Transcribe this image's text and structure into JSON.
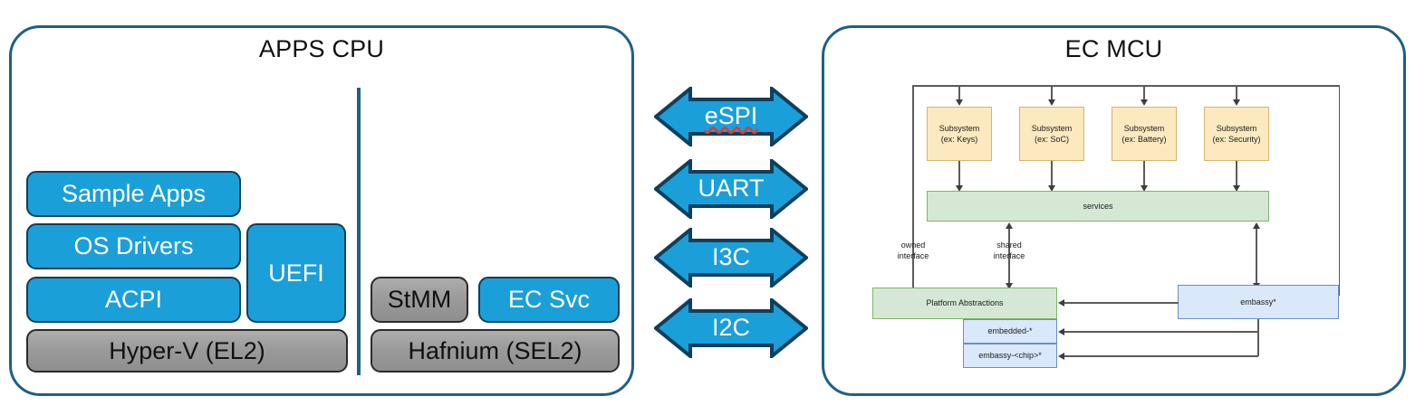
{
  "apps_cpu": {
    "title": "APPS CPU",
    "left_stack": [
      {
        "label": "Sample Apps",
        "style": "blue"
      },
      {
        "label": "OS Drivers",
        "style": "blue"
      },
      {
        "label": "ACPI",
        "style": "blue"
      },
      {
        "label": "Hyper-V (EL2)",
        "style": "grey"
      }
    ],
    "uefi": {
      "label": "UEFI",
      "style": "blue"
    },
    "right_stack": [
      {
        "label": "StMM",
        "style": "grey"
      },
      {
        "label": "EC Svc",
        "style": "blue"
      },
      {
        "label": "Hafnium (SEL2)",
        "style": "grey"
      }
    ]
  },
  "buses": [
    {
      "label": "eSPI",
      "misspelled": true
    },
    {
      "label": "UART",
      "misspelled": false
    },
    {
      "label": "I3C",
      "misspelled": false
    },
    {
      "label": "I2C",
      "misspelled": false
    }
  ],
  "ec_mcu": {
    "title": "EC MCU",
    "subsystems": [
      {
        "line1": "Subsystem",
        "line2": "(ex: Keys)"
      },
      {
        "line1": "Subsystem",
        "line2": "(ex: SoC)"
      },
      {
        "line1": "Subsystem",
        "line2": "(ex: Battery)"
      },
      {
        "line1": "Subsystem",
        "line2": "(ex: Security)"
      }
    ],
    "services": "services",
    "platform_abstractions": "Platform Abstractions",
    "embassy": "embassy*",
    "embedded": "embedded-*",
    "embassy_chip": "embassy-<chip>*",
    "owned_interface_l1": "owned",
    "owned_interface_l2": "interface",
    "shared_interface_l1": "shared",
    "shared_interface_l2": "interface"
  },
  "colors": {
    "panel_border": "#1F6084",
    "accent_blue": "#1B9FD9",
    "arrow_border": "#0E3F5C",
    "grey_block": "#9A9A9A",
    "subsystem_fill": "#FCE9BF",
    "green_fill": "#D5E8D4",
    "blue_fill": "#DAE8FC",
    "spellcheck_red": "#E23A2E"
  }
}
